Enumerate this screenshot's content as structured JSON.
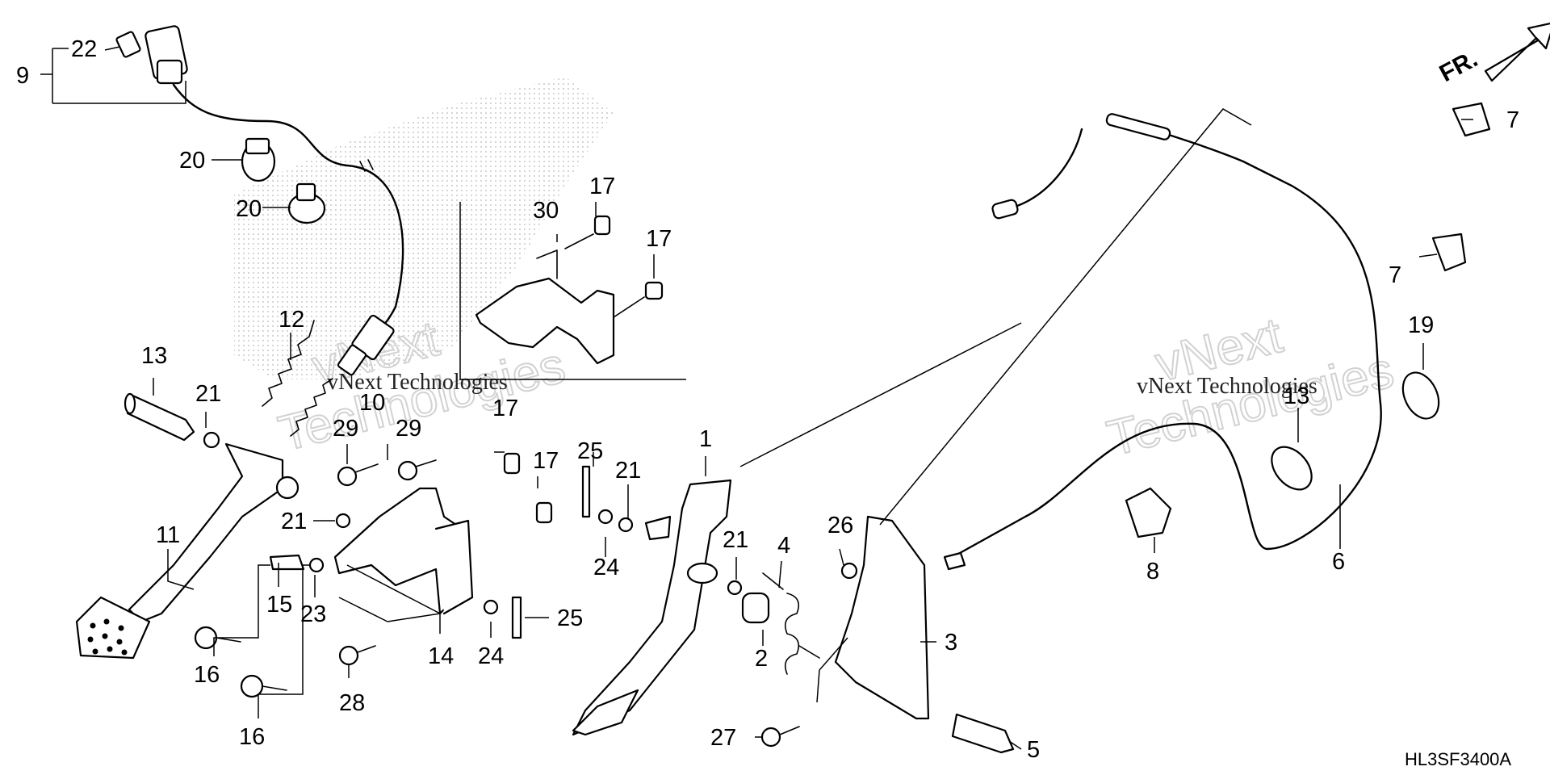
{
  "diagram": {
    "code": "HL3SF3400A",
    "direction_label": "FR.",
    "direction_icon": "arrow-forward-icon",
    "watermark_big": [
      "vNext",
      "Technologies"
    ],
    "watermark_small": "vNext Technologies",
    "labels": {
      "l1": "1",
      "l2": "2",
      "l3": "3",
      "l4": "4",
      "l5": "5",
      "l6": "6",
      "l7a": "7",
      "l7b": "7",
      "l8": "8",
      "l9": "9",
      "l10": "10",
      "l11": "11",
      "l12": "12",
      "l13a": "13",
      "l13b": "13",
      "l14": "14",
      "l15": "15",
      "l16a": "16",
      "l16b": "16",
      "l17a": "17",
      "l17b": "17",
      "l17c": "17",
      "l17d": "17",
      "l19": "19",
      "l20a": "20",
      "l20b": "20",
      "l21a": "21",
      "l21b": "21",
      "l21c": "21",
      "l21d": "21",
      "l22": "22",
      "l23": "23",
      "l24a": "24",
      "l24b": "24",
      "l25a": "25",
      "l25b": "25",
      "l26": "26",
      "l27": "27",
      "l28": "28",
      "l29a": "29",
      "l29b": "29",
      "l30": "30"
    }
  }
}
